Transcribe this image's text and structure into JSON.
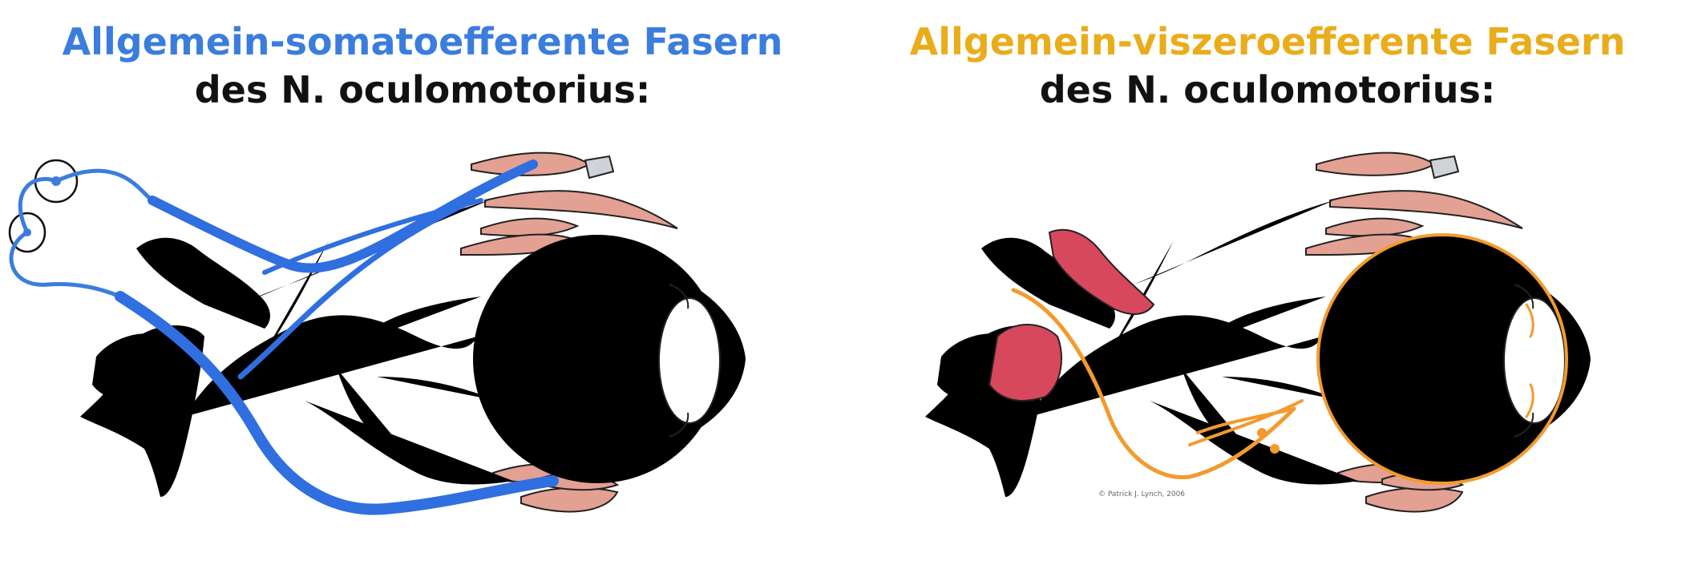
{
  "left": {
    "title_line1": "Allgemein-somatoefferente Fasern",
    "title_line2": "des N. oculomotorius:",
    "accent": "#3b7ddd"
  },
  "right": {
    "title_line1": "Allgemein-viszeroefferente Fasern",
    "title_line2": "des N. oculomotorius:",
    "accent": "#e9ad1c"
  },
  "colors": {
    "somatic_nerve": "#2f6fe0",
    "visceral_nerve": "#f39a2e",
    "muscle": "#e3a193",
    "tendon": "#cfd3d8",
    "gray_fill": "#d9d9d9",
    "cream_fill": "#fbf7d7",
    "vessel_red": "#d8485c",
    "outline": "#222222"
  },
  "credit": "© Patrick J. Lynch, 2006"
}
